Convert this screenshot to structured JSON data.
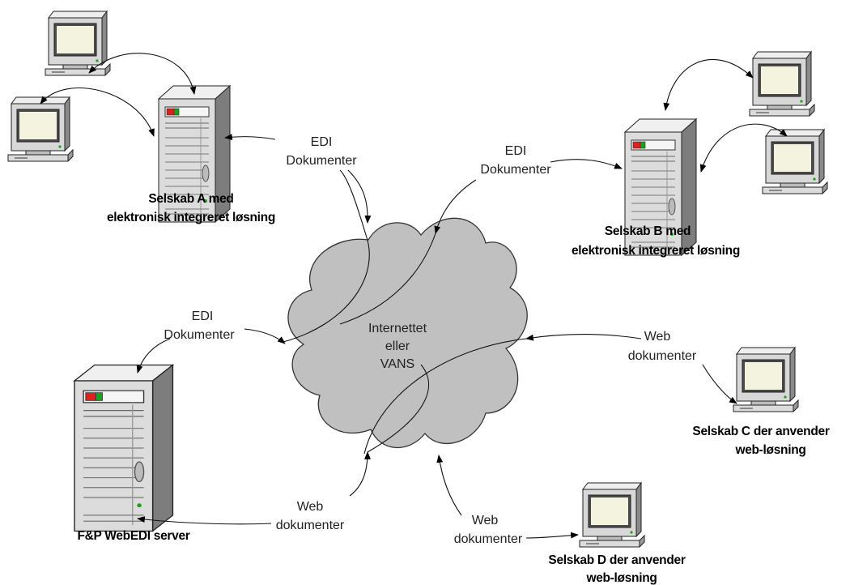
{
  "cloud": {
    "line1": "Internettet",
    "line2": "eller",
    "line3": "VANS"
  },
  "labels": {
    "edi_a": {
      "line1": "EDI",
      "line2": "Dokumenter"
    },
    "edi_b": {
      "line1": "EDI",
      "line2": "Dokumenter"
    },
    "edi_server": {
      "line1": "EDI",
      "line2": "Dokumenter"
    },
    "web_c": {
      "line1": "Web",
      "line2": "dokumenter"
    },
    "web_server": {
      "line1": "Web",
      "line2": "dokumenter"
    },
    "web_d": {
      "line1": "Web",
      "line2": "dokumenter"
    }
  },
  "captions": {
    "company_a": {
      "line1": "Selskab A med",
      "line2": "elektronisk integreret løsning"
    },
    "company_b": {
      "line1": "Selskab B  med",
      "line2": "elektronisk integreret løsning"
    },
    "company_c": {
      "line1": "Selskab C der anvender",
      "line2": "web-løsning"
    },
    "company_d": {
      "line1": "Selskab D der anvender",
      "line2": "web-løsning"
    },
    "webedi_server": {
      "line1": "F&P  WebEDI server"
    }
  },
  "colors": {
    "cloud_fill": "#c0c0c0",
    "screen": "#f3f3df",
    "case": "#d9d9d9",
    "led_red": "#e0201c",
    "led_green": "#1ea01e"
  }
}
